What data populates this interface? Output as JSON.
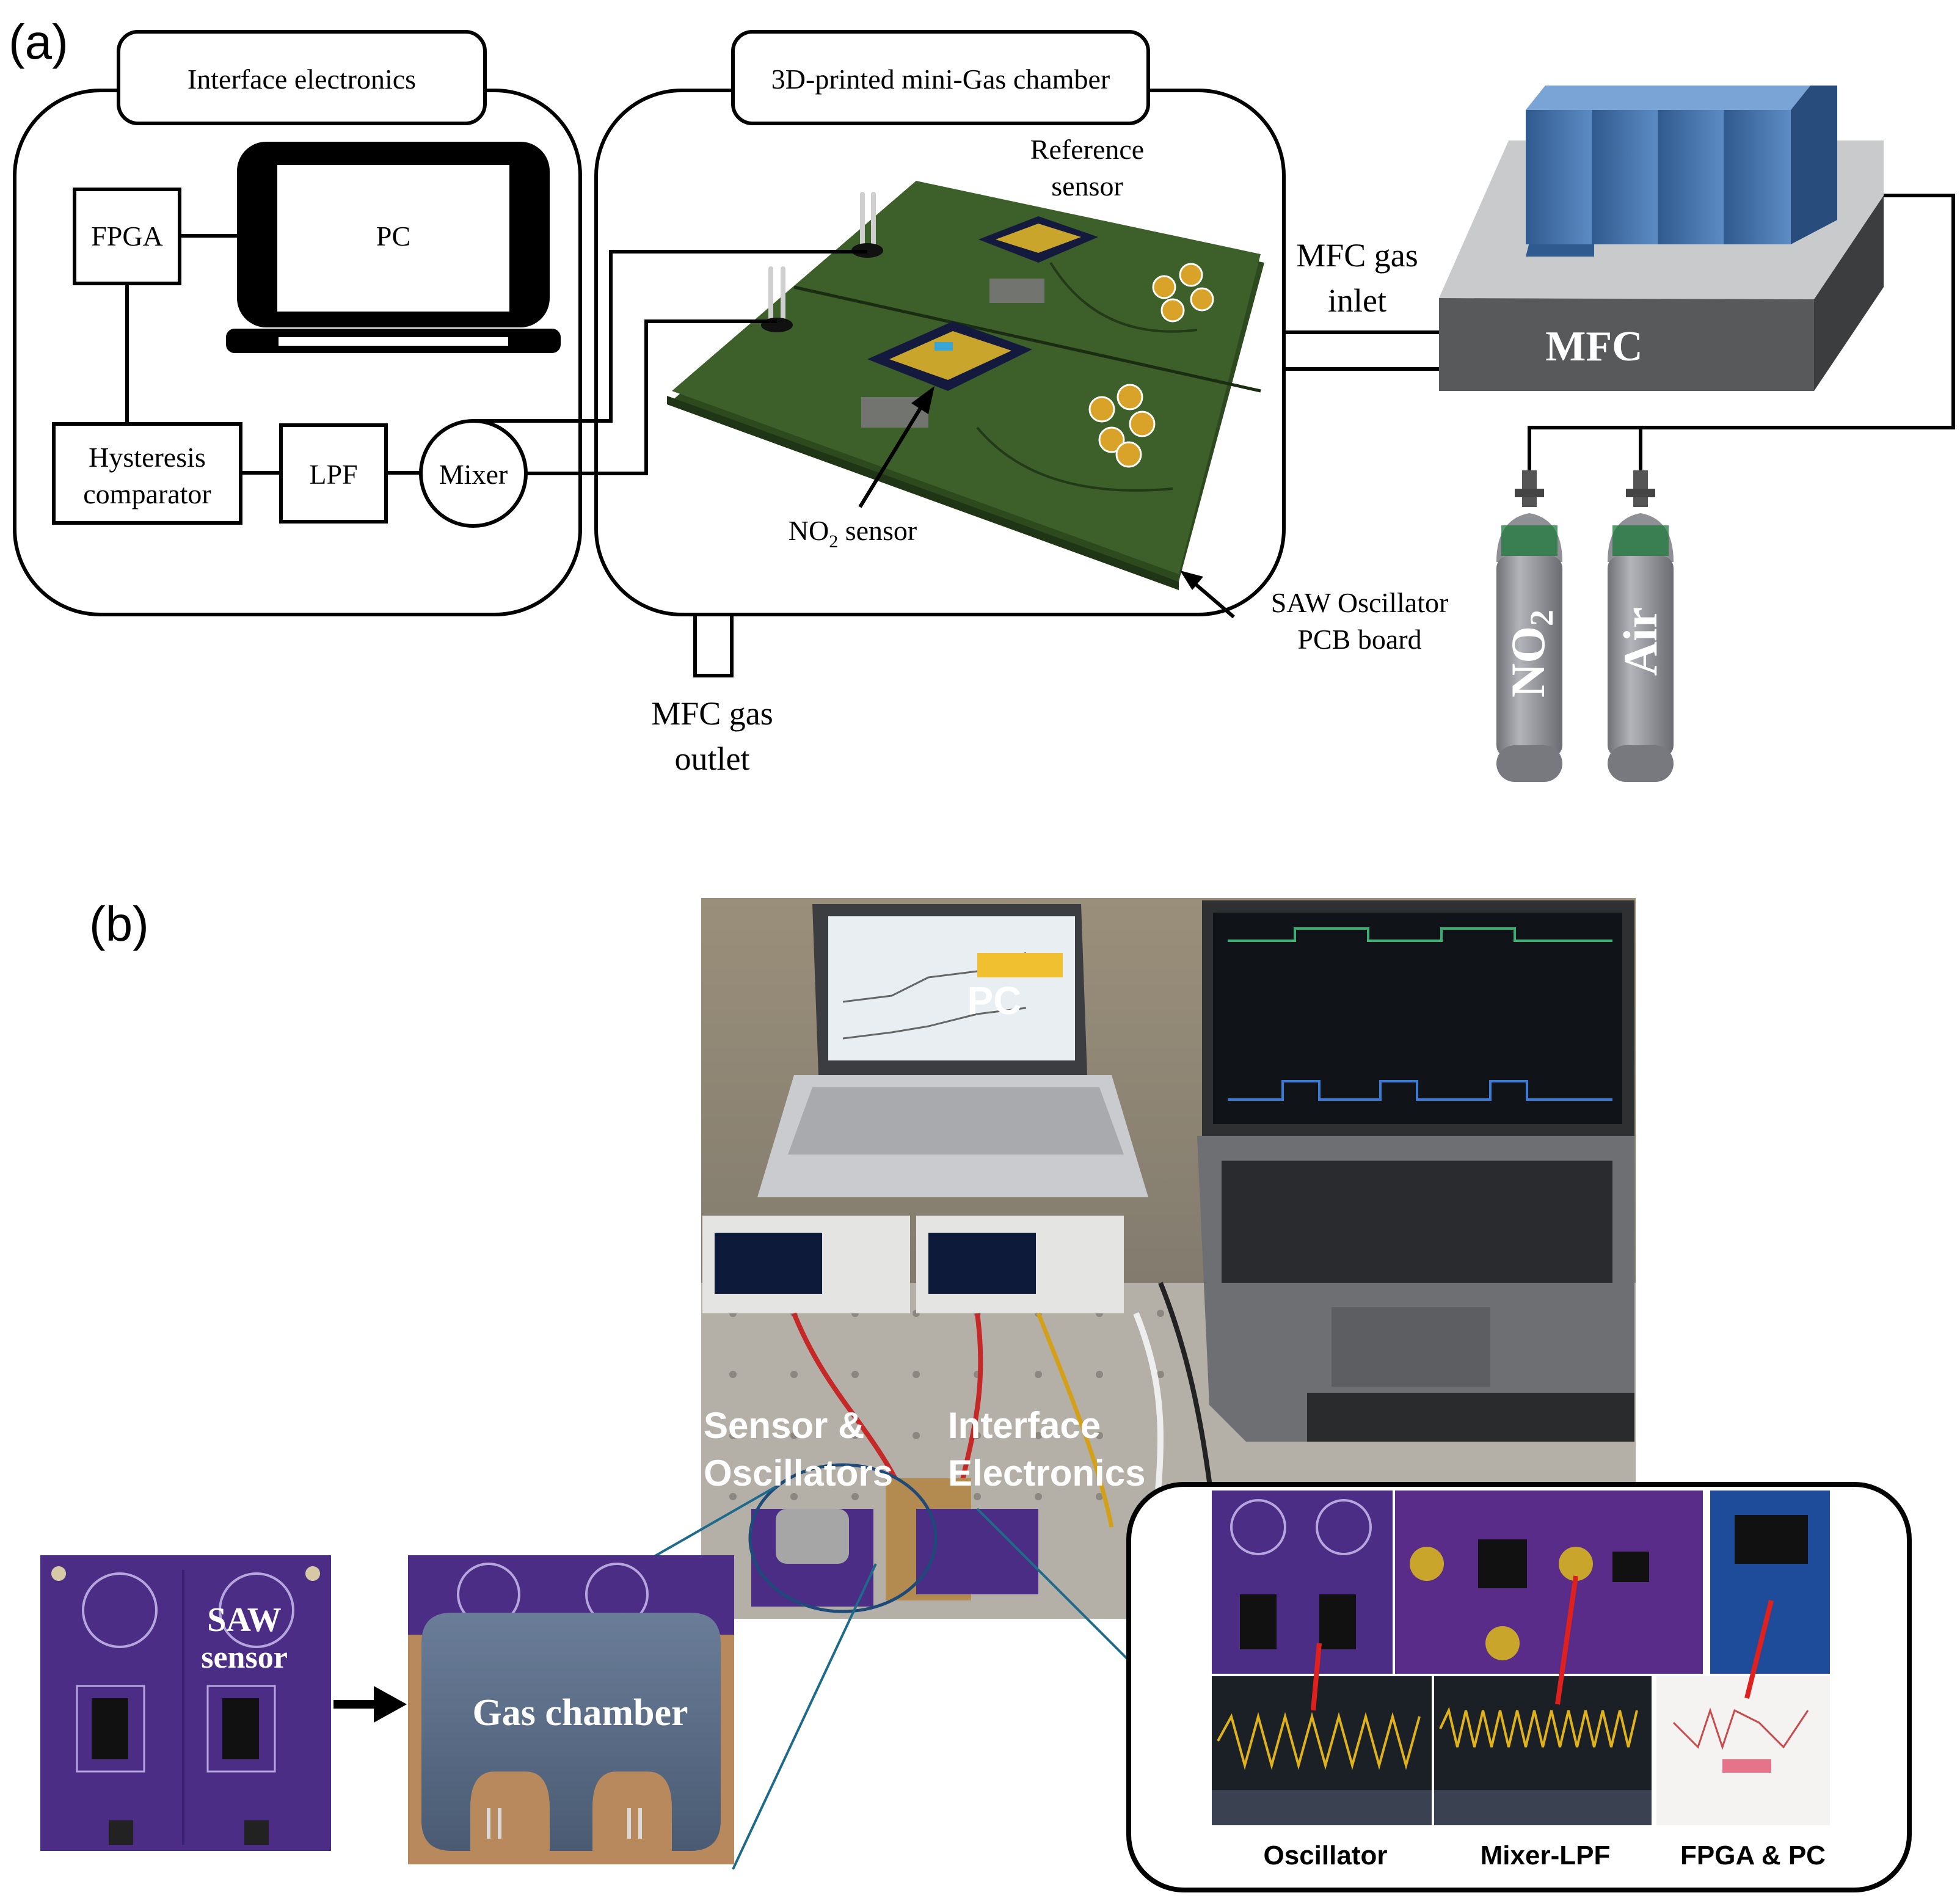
{
  "panel_a": {
    "label": "(a)",
    "interface_electronics": {
      "title": "Interface electronics",
      "fpga": "FPGA",
      "pc": "PC",
      "hysteresis_line1": "Hysteresis",
      "hysteresis_line2": "comparator",
      "lpf": "LPF",
      "mixer": "Mixer"
    },
    "chamber": {
      "title": "3D-printed mini-Gas chamber",
      "reference_line1": "Reference",
      "reference_line2": "sensor",
      "no2_sensor_prefix": "NO",
      "no2_sensor_sub": "2",
      "no2_sensor_suffix": " sensor",
      "saw_line1": "SAW Oscillator",
      "saw_line2": "PCB board",
      "outlet_line1": "MFC gas",
      "outlet_line2": "outlet"
    },
    "inlet_line1": "MFC gas",
    "inlet_line2": "inlet",
    "mfc": "MFC",
    "cylinder_no2_main": "NO",
    "cylinder_no2_sub": "2",
    "cylinder_air": "Air"
  },
  "panel_b": {
    "label": "(b)",
    "pc": "PC",
    "sensor_line1": "Sensor &",
    "sensor_line2": "Oscillators",
    "interface_line1": "Interface",
    "interface_line2": "Electronics",
    "saw_line1": "SAW",
    "saw_line2": "sensor",
    "gas_chamber": "Gas chamber",
    "oscillator": "Oscillator",
    "mixer_lpf": "Mixer-LPF",
    "fpga_pc": "FPGA & PC"
  },
  "colors": {
    "pcb_green": "#3d5f2a",
    "purple_pcb": "#4b2d86",
    "mfc_dark": "#58595b",
    "mfc_top": "#c9cacc",
    "column_blue": "#3f6ea6",
    "cylinder_gray": "#8e9096",
    "chamber_gray": "#576a85"
  }
}
